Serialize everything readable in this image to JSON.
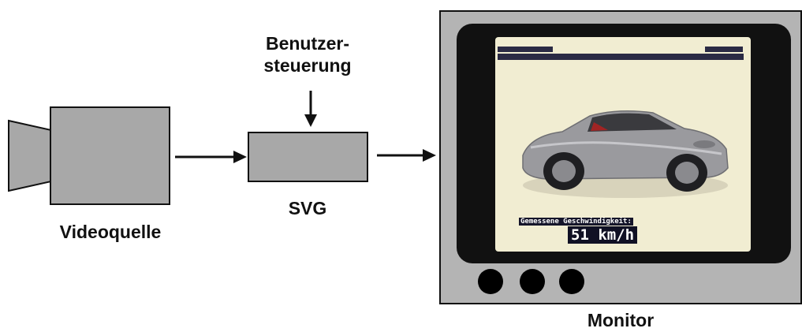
{
  "nodes": {
    "camera_label": "Videoquelle",
    "svg_label": "SVG",
    "user_control_label_line1": "Benutzer-",
    "user_control_label_line2": "steuerung",
    "monitor_label": "Monitor"
  },
  "screen": {
    "speed_caption": "Gemessene Geschwindigkeit:",
    "speed_value": "51 km/h"
  },
  "colors": {
    "box_fill": "#a8a8a8",
    "monitor_fill": "#b4b4b4",
    "line": "#111111",
    "screen_background": "#f1edd2"
  }
}
